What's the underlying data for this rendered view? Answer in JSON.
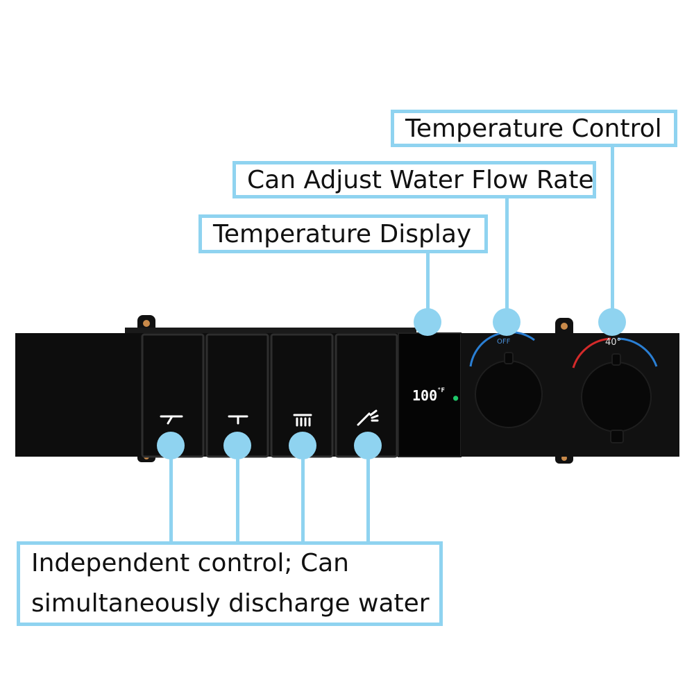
{
  "callouts": {
    "temperature_control": "Temperature Control",
    "flow_rate": "Can Adjust Water Flow Rate",
    "temperature_display": "Temperature Display",
    "independent_line1": "Independent control; Can",
    "independent_line2": "simultaneously discharge water"
  },
  "panel": {
    "display_value": "100",
    "display_unit": "°F",
    "flow_knob_label": "OFF",
    "temp_knob_label": "40°"
  },
  "colors": {
    "accent": "#8fd3f0",
    "panel": "#0d0d0d",
    "hot": "#d42a2a",
    "cold": "#2a7fd4"
  },
  "icons": [
    "tub-spout-icon",
    "handheld-shower-icon",
    "rain-shower-icon",
    "body-spray-icon"
  ]
}
